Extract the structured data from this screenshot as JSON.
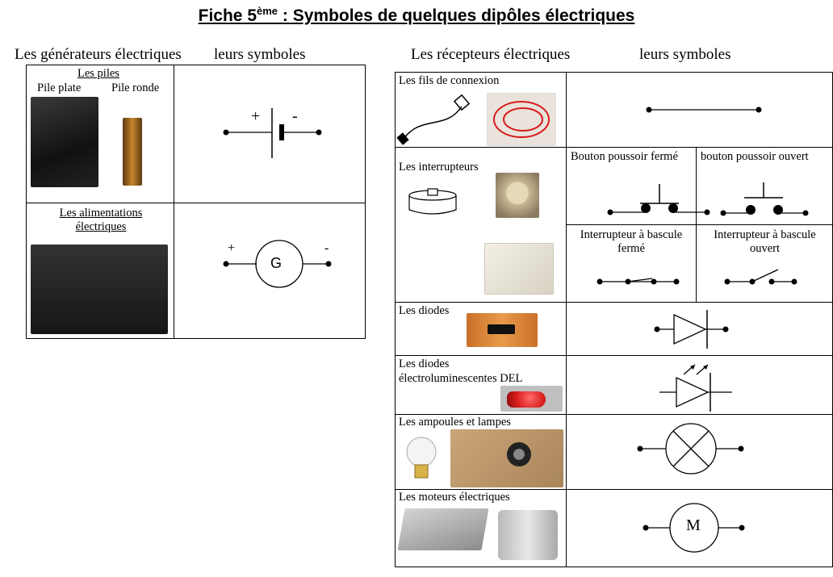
{
  "title": {
    "main": "Fiche 5",
    "sup": "ème",
    "rest": " : Symboles de quelques dipôles électriques"
  },
  "left": {
    "header_components": "Les générateurs électriques",
    "header_symbols": "leurs symboles",
    "rows": [
      {
        "title": "Les piles",
        "sub1": "Pile plate",
        "sub2": "Pile ronde",
        "plus": "+",
        "minus": "-"
      },
      {
        "title1": "Les alimentations",
        "title2": "électriques",
        "plus": "+",
        "minus": "-",
        "symbol_letter": "G"
      }
    ]
  },
  "right": {
    "header_components": "Les récepteurs électriques",
    "header_symbols": "leurs symboles",
    "rows": [
      {
        "label": "Les fils de connexion"
      },
      {
        "label": "Les interrupteurs",
        "cells": [
          "Bouton  poussoir fermé",
          "bouton poussoir ouvert",
          "Interrupteur à bascule fermé",
          "Interrupteur à bascule ouvert"
        ],
        "cell3_l1": "Interrupteur à bascule",
        "cell3_l2": "fermé",
        "cell4_l1": "Interrupteur à bascule",
        "cell4_l2": "ouvert"
      },
      {
        "label": "Les diodes"
      },
      {
        "label1": "Les diodes",
        "label2": "électroluminescentes DEL"
      },
      {
        "label": "Les ampoules et lampes"
      },
      {
        "label": "Les moteurs électriques",
        "symbol_letter": "M"
      }
    ]
  },
  "colors": {
    "photo_dark": "#2a2a2a",
    "photo_wood": "#b8946a",
    "photo_cream": "#ece4d2",
    "led_red": "#d81b1b"
  }
}
